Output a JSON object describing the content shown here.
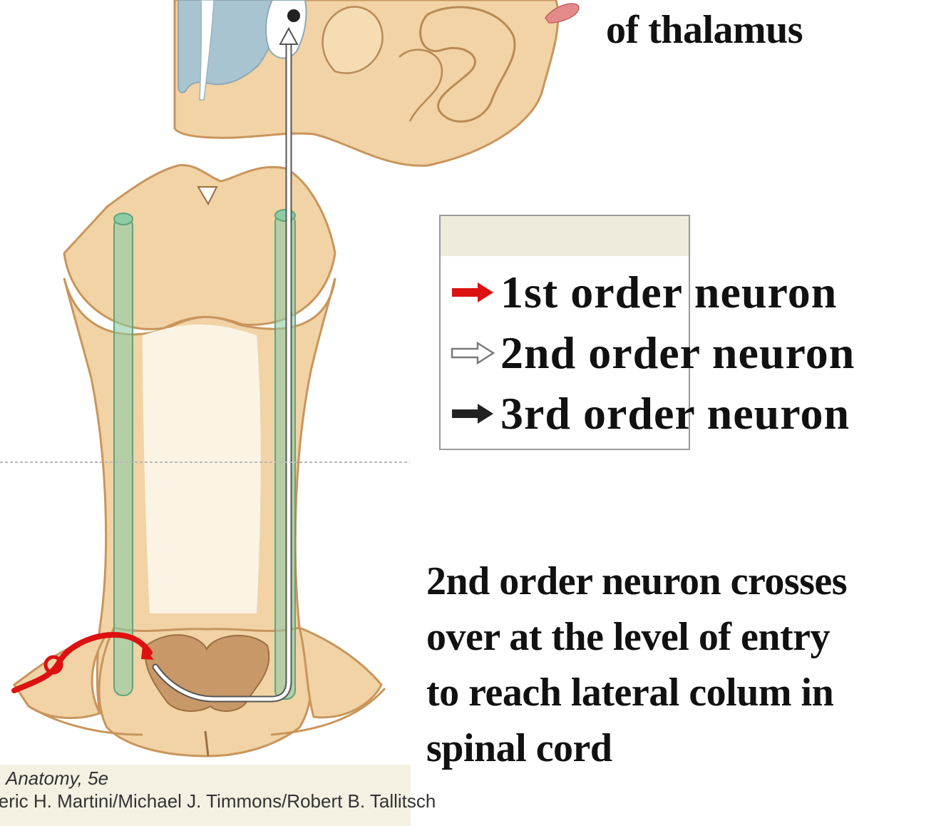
{
  "labels": {
    "thalamus": "of thalamus"
  },
  "legend": {
    "items": [
      {
        "label": "1st order neuron",
        "color": "#dd1111",
        "fill": "#dd1111",
        "icon": "red-arrow-icon"
      },
      {
        "label": "2nd order neuron",
        "color": "#7a7a7a",
        "fill": "#ffffff",
        "icon": "white-arrow-icon"
      },
      {
        "label": "3rd order neuron",
        "color": "#222222",
        "fill": "#222222",
        "icon": "black-arrow-icon"
      }
    ]
  },
  "note": {
    "lines": [
      "2nd order neuron crosses",
      "over at the level of entry",
      "to reach lateral colum in",
      "spinal cord"
    ]
  },
  "caption": {
    "line1": "Anatomy, 5e",
    "line2": "leric H. Martini/Michael J. Timmons/Robert B. Tallitsch"
  },
  "colors": {
    "tissue": "#f1d3a5",
    "tissue_edge": "#c9955c",
    "white_matter": "#fbf4e4",
    "gray_matter": "#c89868",
    "tract": "#8fcba5",
    "ventricle": "#a8c4d0",
    "first_order": "#dd1111",
    "second_order": "#ffffff",
    "third_order": "#222222"
  }
}
